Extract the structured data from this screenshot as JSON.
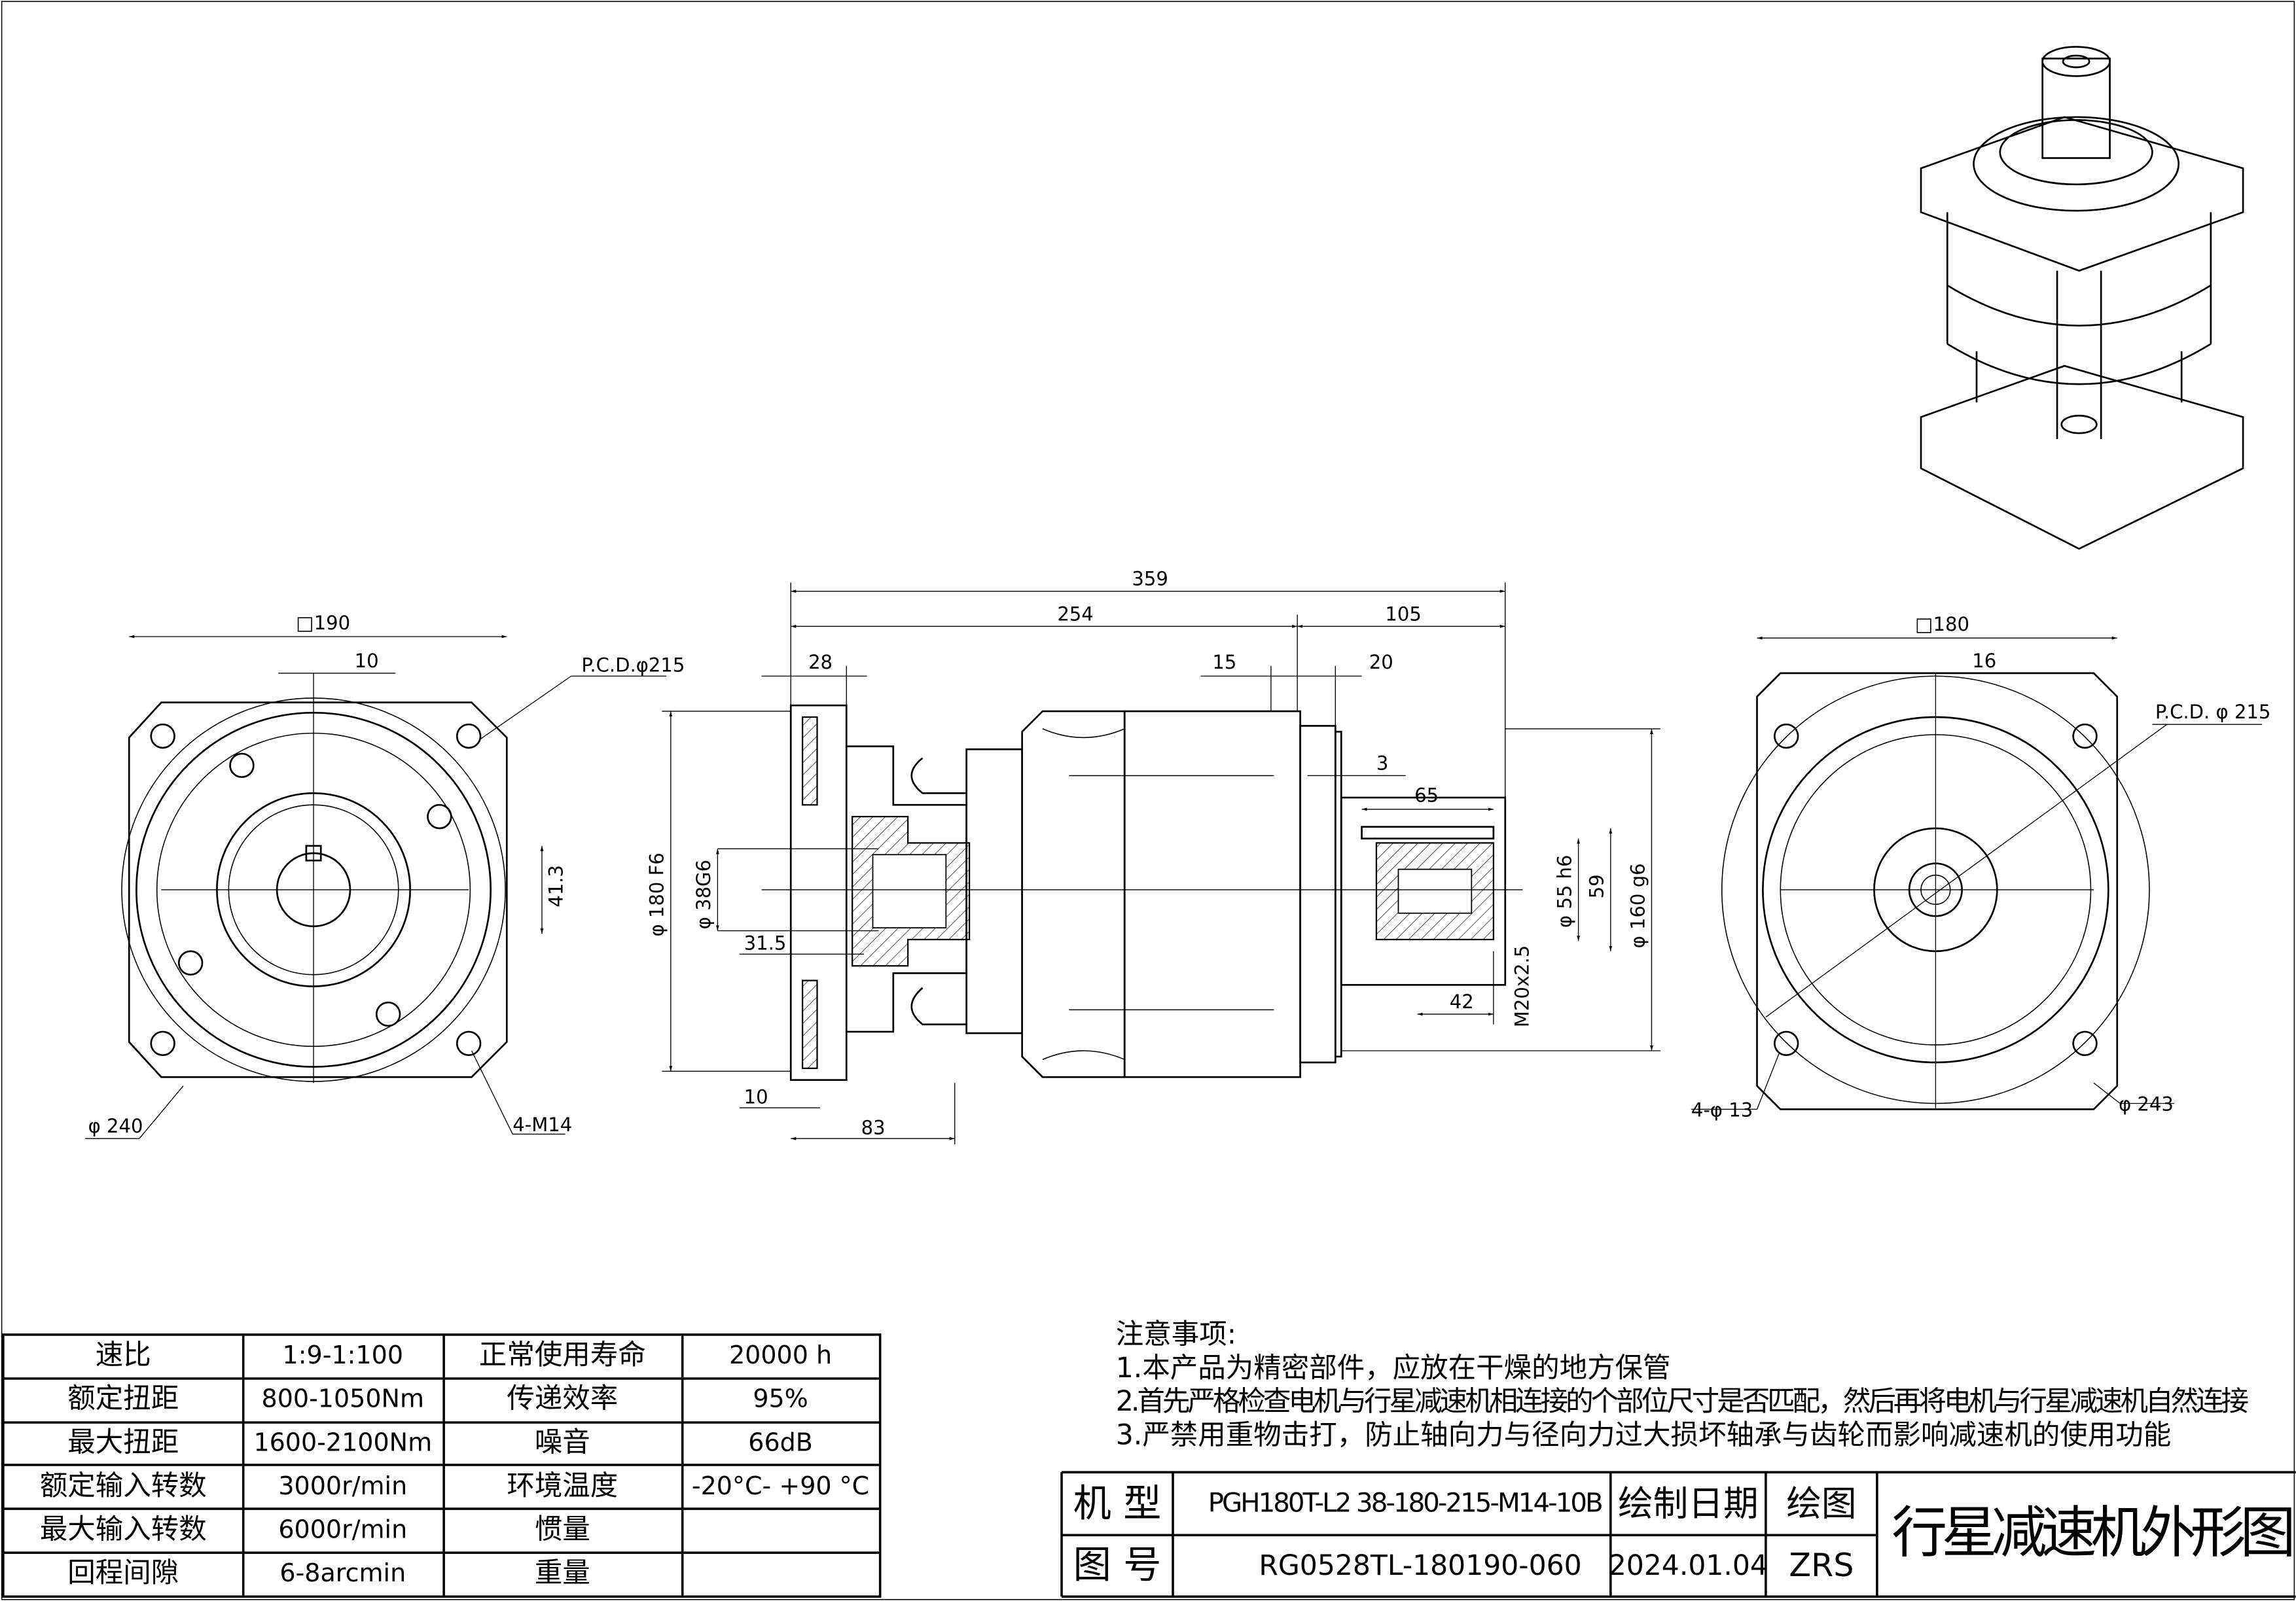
{
  "drawing_title": "行星减速机外形图",
  "front_view": {
    "square": "□190",
    "key_width": "10",
    "pcd": "P.C.D.φ215",
    "shaft_height": "41.3",
    "outer_dia": "φ 240",
    "tap": "4-M14"
  },
  "side_view": {
    "total_length": "359",
    "body_length": "254",
    "output_length": "105",
    "flange_thk": "28",
    "d15": "15",
    "d20": "20",
    "d3": "3",
    "key_len": "65",
    "spigot_in": "φ 180 F6",
    "bore": "φ 38G6",
    "d31_5": "31.5",
    "d10": "10",
    "d83": "83",
    "shaft_dia": "φ 55 h6",
    "d59": "59",
    "spigot_out": "φ 160 g6",
    "d42": "42",
    "thread": "M20x2.5"
  },
  "rear_view": {
    "square": "□180",
    "key_width": "16",
    "pcd": "P.C.D. φ 215",
    "holes": "4-φ 13",
    "outer_dia": "φ 243"
  },
  "spec_table": [
    [
      "速比",
      "1:9-1:100",
      "正常使用寿命",
      "20000 h"
    ],
    [
      "额定扭距",
      "800-1050Nm",
      "传递效率",
      "95%"
    ],
    [
      "最大扭距",
      "1600-2100Nm",
      "噪音",
      "66dB"
    ],
    [
      "额定输入转数",
      "3000r/min",
      "环境温度",
      "-20°C- +90 °C"
    ],
    [
      "最大输入转数",
      "6000r/min",
      "惯量",
      ""
    ],
    [
      "回程间隙",
      "6-8arcmin",
      "重量",
      ""
    ]
  ],
  "notes": {
    "heading": "注意事项:",
    "items": [
      "1.本产品为精密部件，应放在干燥的地方保管",
      "2.首先严格检查电机与行星减速机相连接的个部位尺寸是否匹配，然后再将电机与行星减速机自然连接",
      "3.严禁用重物击打，防止轴向力与径向力过大损坏轴承与齿轮而影响减速机的使用功能"
    ]
  },
  "title_block": {
    "model_label": "机 型",
    "model_value": "PGH180T-L2  38-180-215-M14-10B",
    "date_label": "绘制日期",
    "drawer_label": "绘图",
    "number_label": "图 号",
    "number_value": "RG0528TL-180190-060",
    "date_value": "2024.01.04",
    "drawer_value": "ZRS"
  }
}
